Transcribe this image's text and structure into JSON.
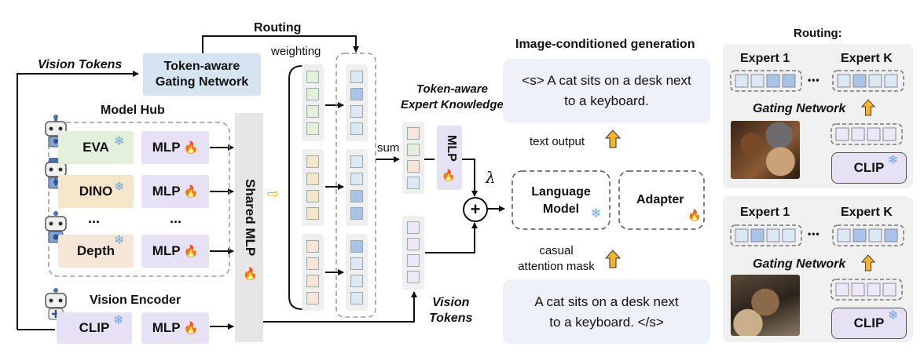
{
  "left": {
    "routing_label": "Routing",
    "vision_tokens_top": "Vision Tokens",
    "gating_network": "Token-aware\nGating Network",
    "weighting": "weighting",
    "model_hub_title": "Model Hub",
    "hub_models": [
      "EVA",
      "DINO",
      "...",
      "Depth"
    ],
    "hub_mlps": [
      "MLP",
      "MLP",
      "...",
      "MLP"
    ],
    "shared_mlp": "Shared MLP",
    "vision_encoder_title": "Vision Encoder",
    "encoder_clip": "CLIP",
    "encoder_mlp": "MLP",
    "sum": "sum",
    "expert_knowledge": "Token-aware\nExpert Knowledge",
    "mlp_vertical": "MLP",
    "lambda": "λ",
    "vision_tokens_bottom": "Vision\nTokens"
  },
  "middle": {
    "title": "Image-conditioned generation",
    "output_text": "<s> A cat sits on a desk next\nto a keyboard.",
    "text_output": "text output",
    "language_model": "Language\nModel",
    "adapter": "Adapter",
    "causal_mask": "casual\nattention mask",
    "input_text": "A cat sits on a desk next\nto a keyboard. </s>"
  },
  "right": {
    "title": "Routing:",
    "panels": [
      {
        "expert1": "Expert 1",
        "expertK": "Expert K",
        "gating": "Gating Network",
        "clip": "CLIP"
      },
      {
        "expert1": "Expert 1",
        "expertK": "Expert K",
        "gating": "Gating Network",
        "clip": "CLIP"
      }
    ],
    "ellipsis": "•••"
  },
  "colors": {
    "gating_box": "#d6e4f2",
    "eva_box": "#e3f0dc",
    "dino_box": "#f6e6c9",
    "depth_box": "#f6e6d8",
    "mlp_box": "#e6e1f5",
    "clip_box": "#e6e1f5",
    "shared_mlp": "#e6e6e6",
    "lm_region": "#dde9f5",
    "text_box": "#eef2f8",
    "panel_bg": "#f0f0f0",
    "token_blue": "#a9c3e6",
    "token_light": "#dde8f5"
  },
  "icons": [
    "robot-icon",
    "snowflake-icon",
    "fire-icon",
    "up-arrow-icon",
    "plus-circle-icon"
  ]
}
